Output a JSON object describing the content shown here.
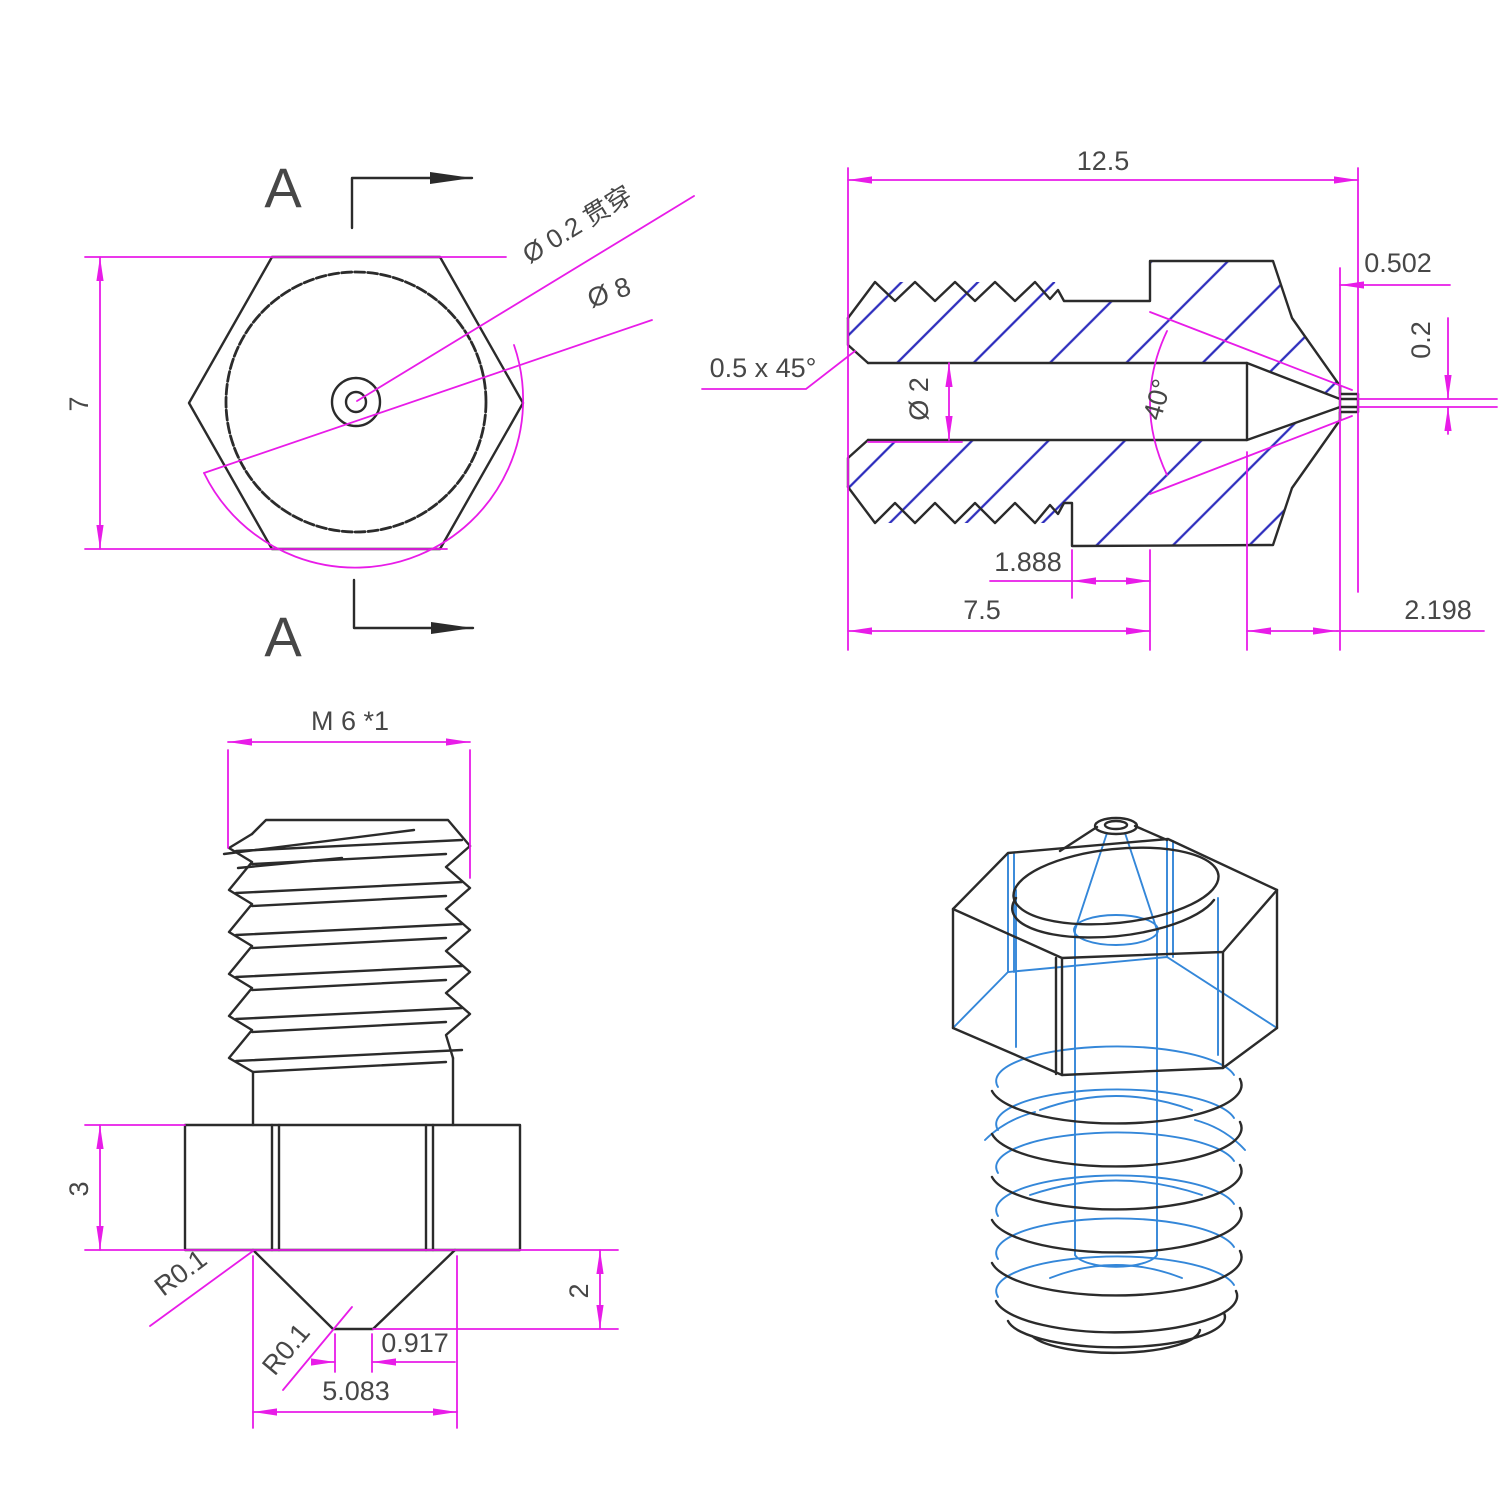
{
  "title": "Nozzle engineering drawing",
  "colors": {
    "outline": "#2b2b2b",
    "dimension": "#e81ce8",
    "hatch": "#2e2ebd",
    "blue3d": "#3487d9",
    "text": "#474747",
    "background": "#ffffff"
  },
  "views": {
    "front": {
      "section_top": "A",
      "section_bottom": "A",
      "dim_height": "7",
      "leader_orifice": "Ø 0.2 贯穿",
      "leader_major_dia": "Ø 8"
    },
    "section": {
      "dim_length": "12.5",
      "dim_tip_len": "0.502",
      "dim_orifice": "0.2",
      "chamfer": "0.5 x 45°",
      "dim_bore": "Ø 2",
      "cone_angle": "40°",
      "dim_groove": "1.888",
      "dim_thread_len": "7.5",
      "dim_cone_len": "2.198"
    },
    "side": {
      "thread_spec": "M 6 *1",
      "dim_hex_height": "3",
      "dim_tip_height": "2",
      "fillet_top": "R0.1",
      "fillet_bottom": "R0.1",
      "dim_tip_flat": "0.917",
      "dim_cone_base": "5.083"
    },
    "iso": {}
  }
}
